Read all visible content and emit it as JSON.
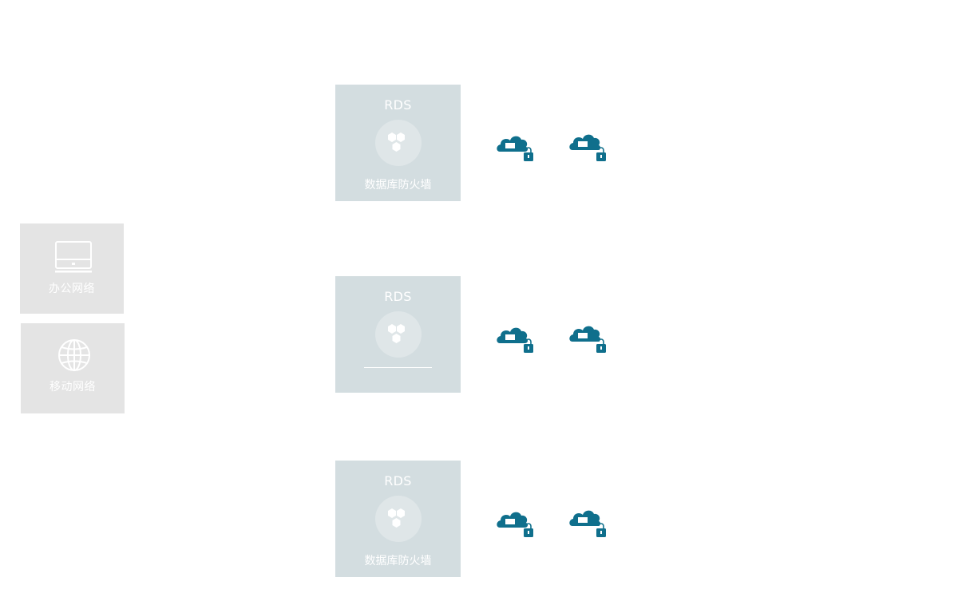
{
  "left_cards": [
    {
      "label": "办公网络",
      "icon": "laptop-icon"
    },
    {
      "label": "移动网络",
      "icon": "globe-icon"
    }
  ],
  "rds_cards": [
    {
      "title": "RDS",
      "label": "数据库防火墙",
      "icon": "hexagon-cluster-icon"
    },
    {
      "title": "RDS",
      "label": "",
      "icon": "hexagon-cluster-icon"
    },
    {
      "title": "RDS",
      "label": "数据库防火墙",
      "icon": "hexagon-cluster-icon"
    }
  ],
  "cloud_icon": "cloud-lock-icon",
  "colors": {
    "left_card_bg": "#e4e4e4",
    "rds_card_bg": "#d3dde0",
    "rds_circle_bg": "#dfe6e8",
    "cloud": "#0f6f8c",
    "text": "#ffffff"
  }
}
